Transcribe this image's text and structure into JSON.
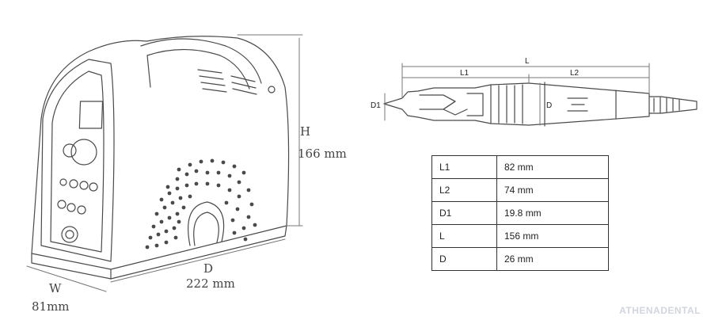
{
  "device": {
    "H": "H",
    "height_value": "166 mm",
    "D": "D",
    "depth_value": "222 mm",
    "W": "W",
    "width_value": "81mm"
  },
  "handpiece": {
    "L": "L",
    "L1": "L1",
    "L2": "L2",
    "D1": "D1",
    "D": "D"
  },
  "specs": [
    {
      "key": "L1",
      "value": "82 mm"
    },
    {
      "key": "L2",
      "value": "74 mm"
    },
    {
      "key": "D1",
      "value": "19.8 mm"
    },
    {
      "key": "L",
      "value": "156 mm"
    },
    {
      "key": "D",
      "value": "26 mm"
    }
  ],
  "brand": {
    "text": "ATHENADENTAL"
  }
}
